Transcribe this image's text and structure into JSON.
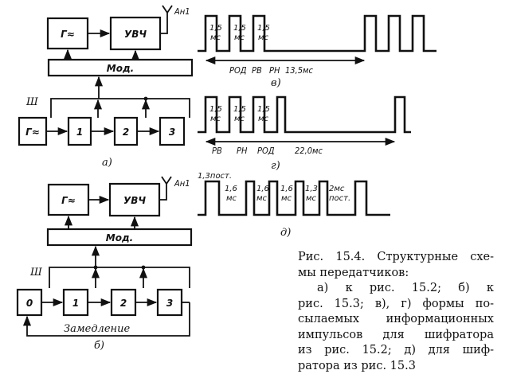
{
  "diagram_a": {
    "gen_top": "Г≈",
    "uvch": "УВЧ",
    "antenna": "Ан1",
    "mod": "Мод.",
    "sh": "Ш",
    "gen_left": "Г≈",
    "block_1": "1",
    "block_2": "2",
    "block_3": "3",
    "label": "а)"
  },
  "diagram_b": {
    "gen_top": "Г≈",
    "uvch": "УВЧ",
    "antenna": "Ан1",
    "mod": "Мод.",
    "sh": "Ш",
    "block_0": "0",
    "block_1": "1",
    "block_2": "2",
    "block_3": "3",
    "delay": "Замедление",
    "label": "б)"
  },
  "waveform_v": {
    "widths": [
      "1,5",
      "1,5",
      "1,5"
    ],
    "unit": "мс",
    "names": [
      "РОД",
      "РВ",
      "РН"
    ],
    "total": "13,5мс",
    "label": "в)"
  },
  "waveform_g": {
    "widths": [
      "1,5",
      "1,5",
      "1,5"
    ],
    "unit": "мс",
    "names": [
      "РВ",
      "РН",
      "РОД"
    ],
    "total": "22,0мс",
    "label": "г)"
  },
  "waveform_d": {
    "first": "1,3пост.",
    "widths": [
      "1,6",
      "1,6",
      "1,6",
      "1,3",
      "2мс"
    ],
    "unit": "мс",
    "last_unit": "пост.",
    "label": "д)"
  },
  "caption": {
    "line1": "Рис. 15.4. Структурные схе-",
    "line2": "мы передатчиков:",
    "line3": "а) к рис. 15.2; б) к",
    "line4": "рис. 15.3; в), г) формы по-",
    "line5": "сылаемых информационных",
    "line6": "импульсов для шифратора",
    "line7": "из рис. 15.2; д) для шиф-",
    "line8": "ратора из рис. 15.3"
  }
}
